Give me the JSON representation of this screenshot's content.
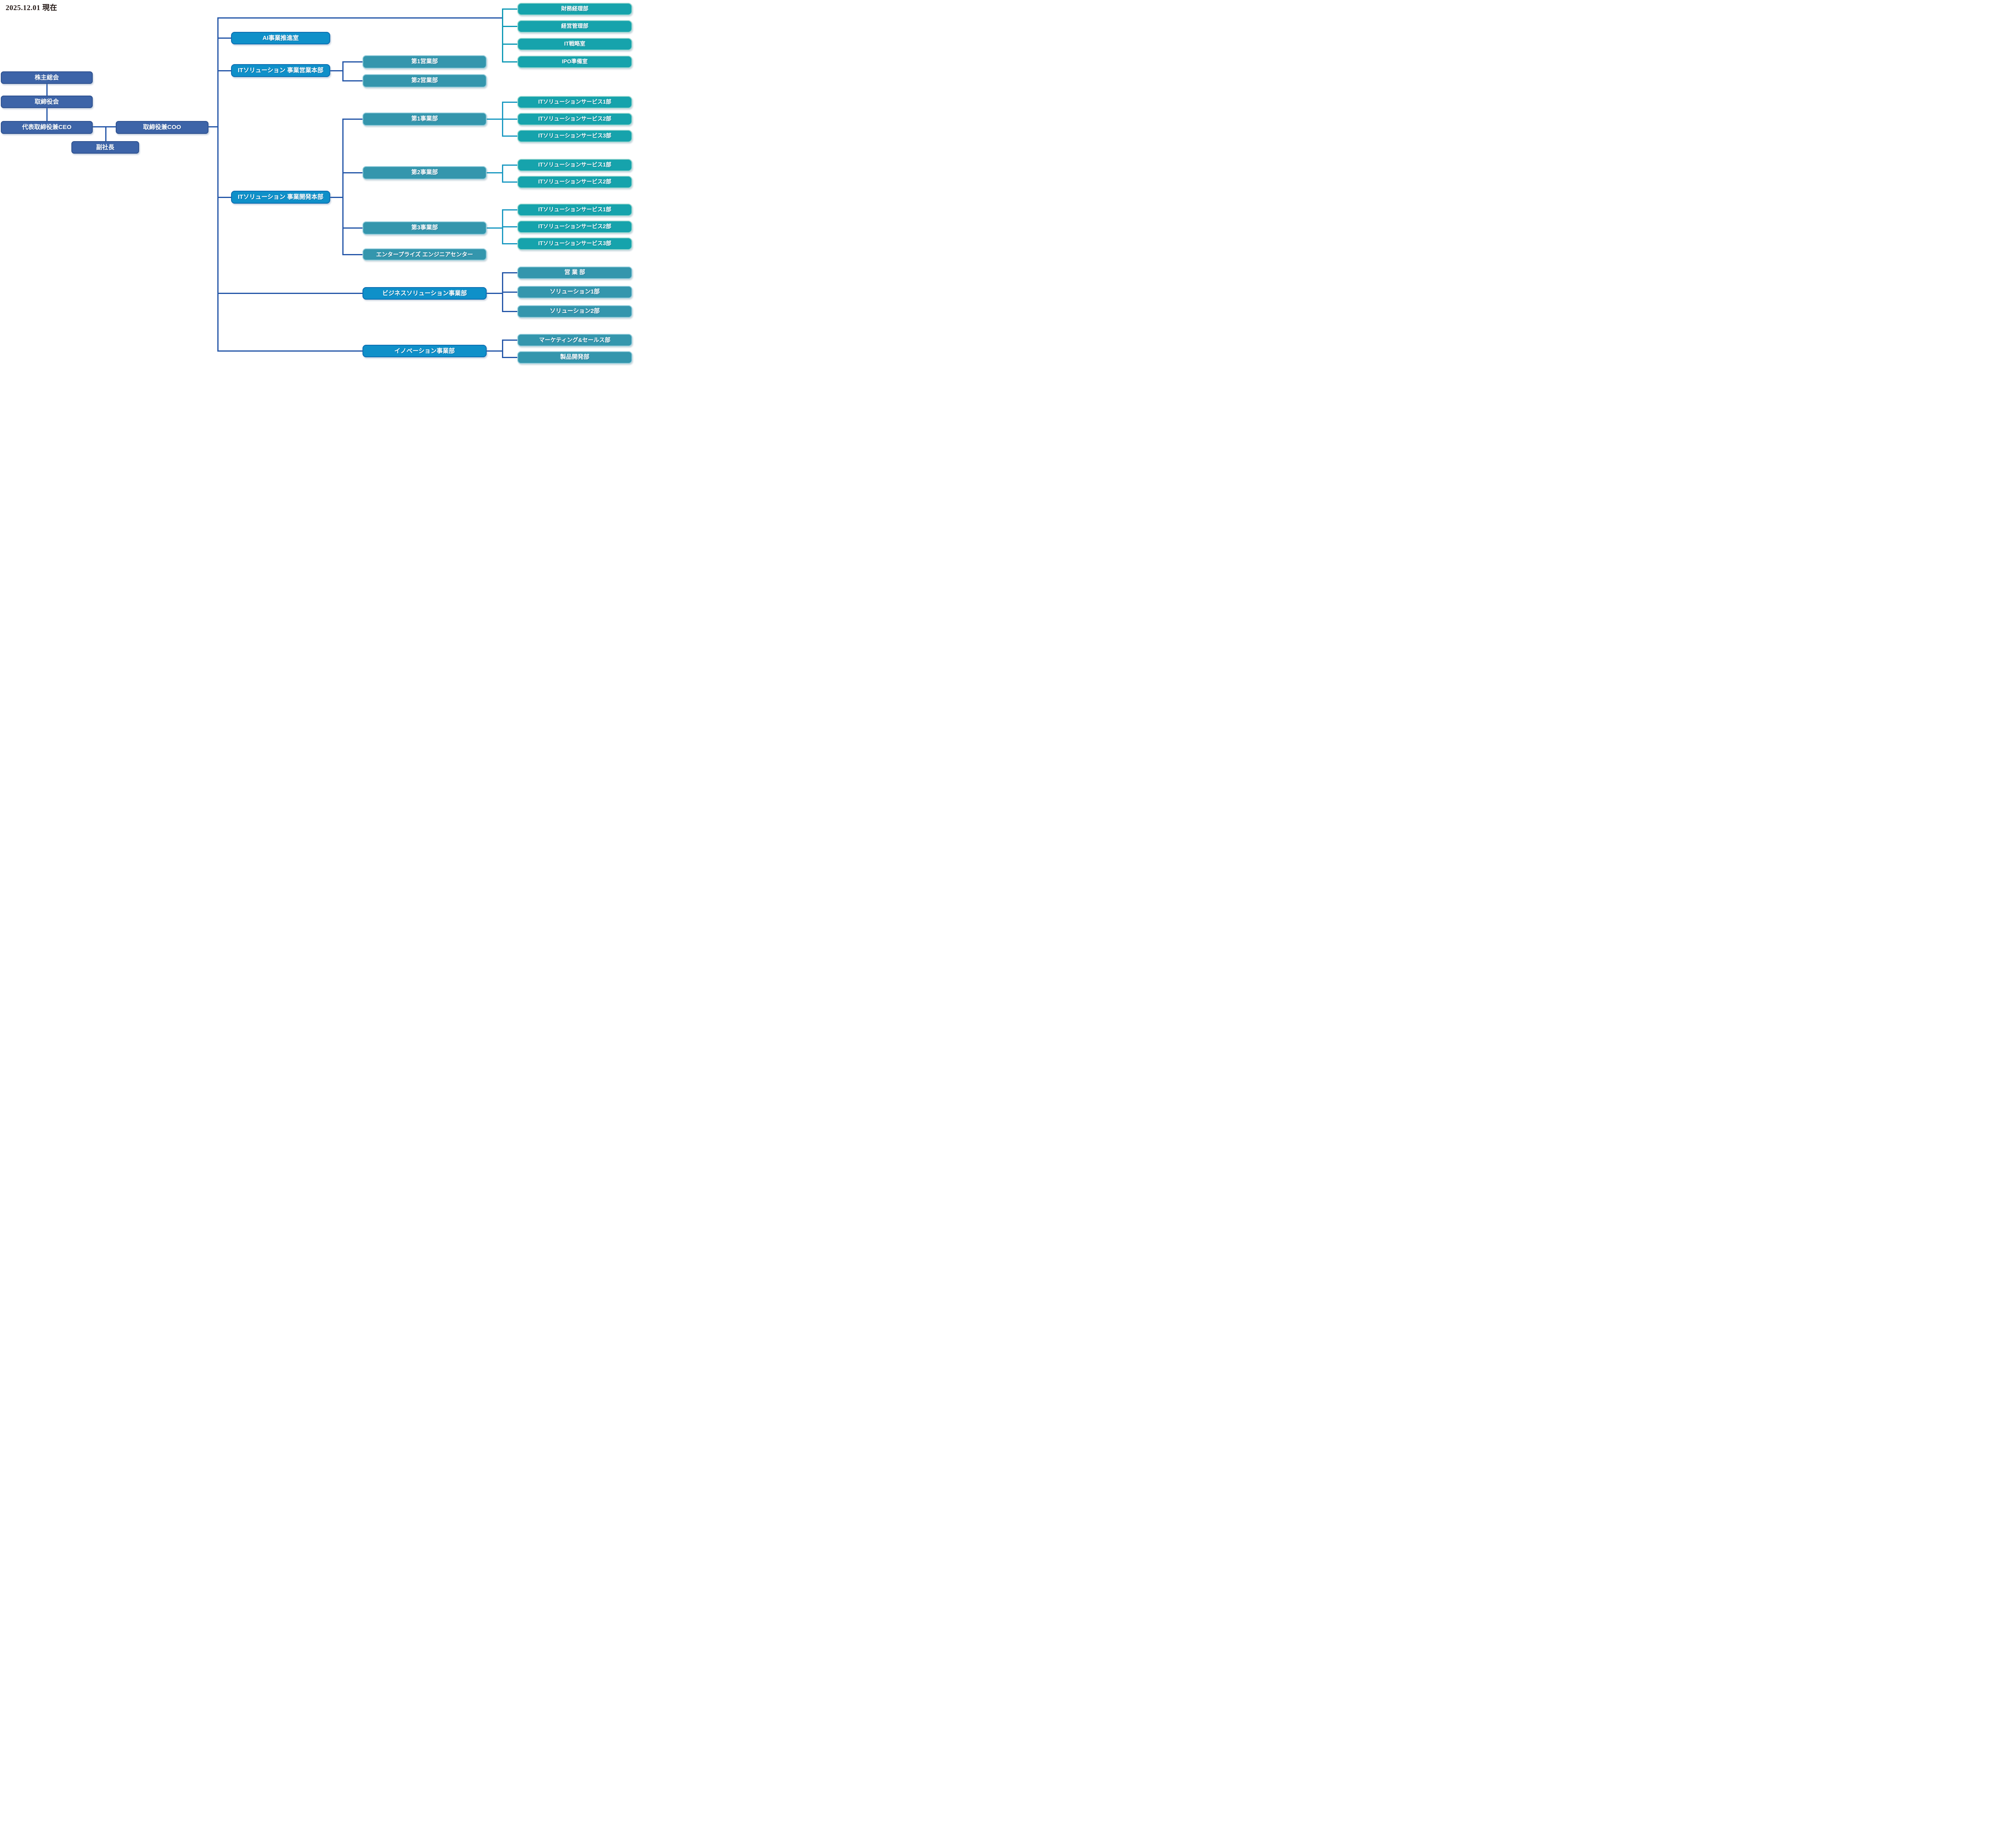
{
  "date_label": "2025.12.01 現在",
  "colors": {
    "governance_box": "#3d64a8",
    "hq_box": "#0f90c9",
    "dept_box": "#3496ad",
    "staff_box": "#16a3ac",
    "connector_dark_blue": "#2456a8",
    "connector_teal": "#0d99b5",
    "connector_cyan": "#1898c1",
    "text": "#ffffff"
  },
  "chart_type": "org-chart",
  "nodes": [
    {
      "id": "shareholders",
      "label": "株主総会",
      "parent": null,
      "level": "governance"
    },
    {
      "id": "board",
      "label": "取締役会",
      "parent": "shareholders",
      "level": "governance"
    },
    {
      "id": "ceo",
      "label": "代表取締役兼CEO",
      "parent": "board",
      "level": "governance"
    },
    {
      "id": "vp",
      "label": "副社長",
      "parent": "ceo",
      "level": "governance"
    },
    {
      "id": "coo",
      "label": "取締役兼COO",
      "parent": "ceo",
      "level": "governance"
    },
    {
      "id": "finance-dept",
      "label": "財務経理部",
      "parent": "coo",
      "level": "staff"
    },
    {
      "id": "corp-mgmt-dept",
      "label": "経営管理部",
      "parent": "coo",
      "level": "staff"
    },
    {
      "id": "it-strategy-office",
      "label": "IT戦略室",
      "parent": "coo",
      "level": "staff"
    },
    {
      "id": "ipo-office",
      "label": "IPO準備室",
      "parent": "coo",
      "level": "staff"
    },
    {
      "id": "ai-office",
      "label": "AI事業推進室",
      "parent": "coo",
      "level": "hq"
    },
    {
      "id": "it-sales-hq",
      "label": "ITソリューション 事業営業本部",
      "parent": "coo",
      "level": "hq"
    },
    {
      "id": "sales-dept-1",
      "label": "第1営業部",
      "parent": "it-sales-hq",
      "level": "dept"
    },
    {
      "id": "sales-dept-2",
      "label": "第2営業部",
      "parent": "it-sales-hq",
      "level": "dept"
    },
    {
      "id": "it-dev-hq",
      "label": "ITソリューション 事業開発本部",
      "parent": "coo",
      "level": "hq"
    },
    {
      "id": "biz-div-1",
      "label": "第1事業部",
      "parent": "it-dev-hq",
      "level": "dept"
    },
    {
      "id": "its-1-1",
      "label": "ITソリューションサービス1部",
      "parent": "biz-div-1",
      "level": "staff"
    },
    {
      "id": "its-1-2",
      "label": "ITソリューションサービス2部",
      "parent": "biz-div-1",
      "level": "staff"
    },
    {
      "id": "its-1-3",
      "label": "ITソリューションサービス3部",
      "parent": "biz-div-1",
      "level": "staff"
    },
    {
      "id": "biz-div-2",
      "label": "第2事業部",
      "parent": "it-dev-hq",
      "level": "dept"
    },
    {
      "id": "its-2-1",
      "label": "ITソリューションサービス1部",
      "parent": "biz-div-2",
      "level": "staff"
    },
    {
      "id": "its-2-2",
      "label": "ITソリューションサービス2部",
      "parent": "biz-div-2",
      "level": "staff"
    },
    {
      "id": "biz-div-3",
      "label": "第3事業部",
      "parent": "it-dev-hq",
      "level": "dept"
    },
    {
      "id": "its-3-1",
      "label": "ITソリューションサービス1部",
      "parent": "biz-div-3",
      "level": "staff"
    },
    {
      "id": "its-3-2",
      "label": "ITソリューションサービス2部",
      "parent": "biz-div-3",
      "level": "staff"
    },
    {
      "id": "its-3-3",
      "label": "ITソリューションサービス3部",
      "parent": "biz-div-3",
      "level": "staff"
    },
    {
      "id": "enterprise-engineer-center",
      "label": "エンタープライズ エンジニアセンター",
      "parent": "it-dev-hq",
      "level": "dept"
    },
    {
      "id": "bizsol-div",
      "label": "ビジネスソリューション事業部",
      "parent": "coo",
      "level": "hq"
    },
    {
      "id": "eigyo-dept",
      "label": "営 業 部",
      "parent": "bizsol-div",
      "level": "dept"
    },
    {
      "id": "solution-dept-1",
      "label": "ソリューション1部",
      "parent": "bizsol-div",
      "level": "dept"
    },
    {
      "id": "solution-dept-2",
      "label": "ソリューション2部",
      "parent": "bizsol-div",
      "level": "dept"
    },
    {
      "id": "innovation-div",
      "label": "イノベーション事業部",
      "parent": "coo",
      "level": "hq"
    },
    {
      "id": "marketing-sales-dept",
      "label": "マーケティング&セールス部",
      "parent": "innovation-div",
      "level": "dept"
    },
    {
      "id": "product-dev-dept",
      "label": "製品開発部",
      "parent": "innovation-div",
      "level": "dept"
    }
  ]
}
